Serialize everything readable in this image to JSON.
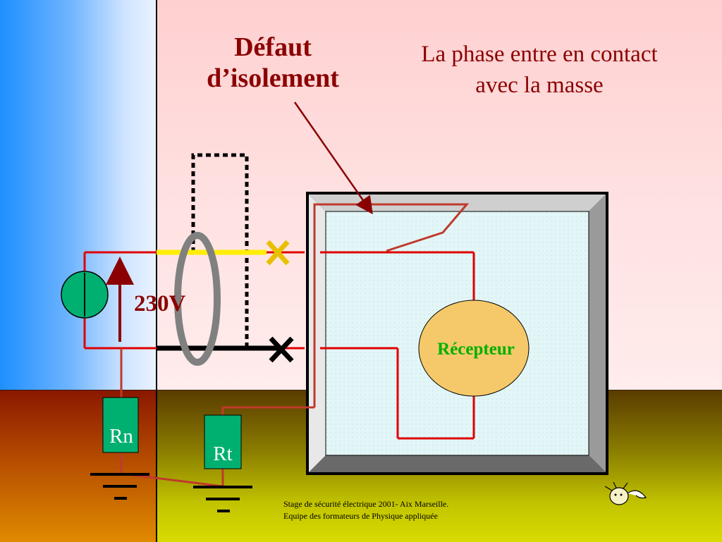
{
  "slide": {
    "title": "Défaut d’isolement",
    "subtitle": "La phase entre en contact avec la masse",
    "voltage_label": "230V",
    "receiver_label": "Récepteur",
    "rn_label": "Rn",
    "rt_label": "Rt",
    "footer_line1": "Stage de sécurité électrique 2001- Aix Marseille.",
    "footer_line2": "Equipe des formateurs de Physique appliquée"
  },
  "colors": {
    "title": "#8b0000",
    "phase_wire": "#e00000",
    "earth_wire": "#c0392b",
    "receiver": "#00b000",
    "resistor": "#00b070",
    "source": "#00b070",
    "receiver_fill": "#f5c96a"
  },
  "icons": [
    "ac-source-icon",
    "voltage-arrow-icon",
    "differential-toroid-icon",
    "breaker-contact-icon",
    "ground-symbol-icon",
    "mascot-icon"
  ]
}
